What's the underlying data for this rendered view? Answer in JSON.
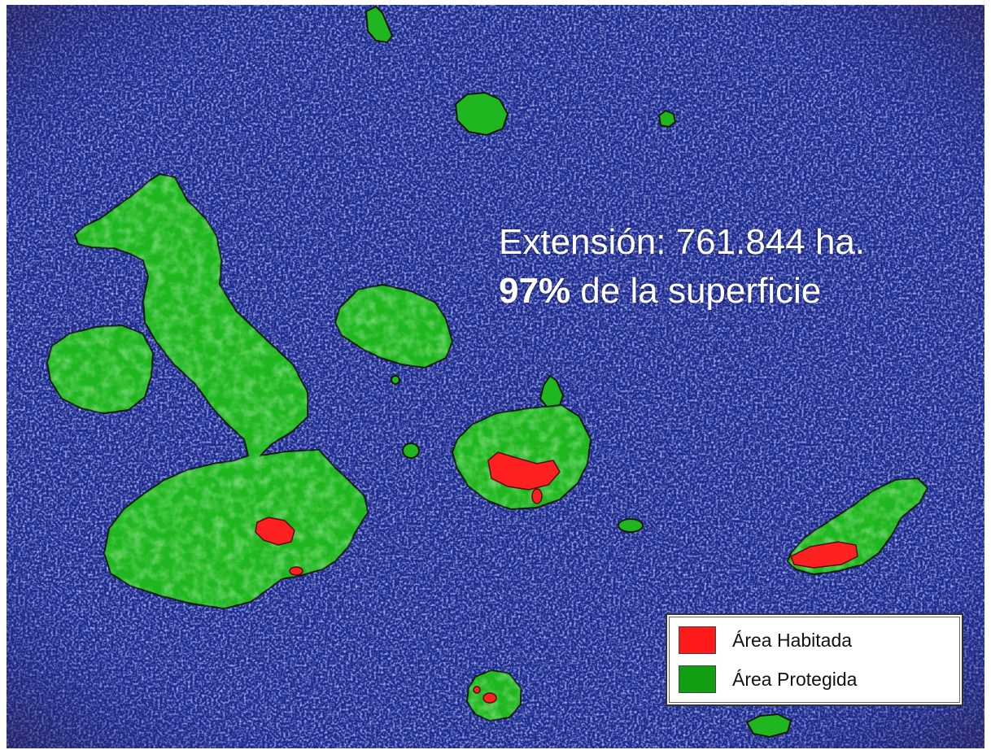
{
  "colors": {
    "ocean": "#1c2a8e",
    "protected": "#1fb61f",
    "inhabited": "#ff2020",
    "legend_protected_swatch": "#12a012",
    "legend_inhabited_swatch": "#ff1a1a",
    "text": "#ffffff"
  },
  "stats": {
    "extension_text": "Extensión: 761.844 ha.",
    "percent": "97%",
    "percent_suffix": " de la superficie"
  },
  "legend": {
    "items": [
      {
        "label": "Área Habitada",
        "color_key": "inhabited"
      },
      {
        "label": "Área Protegida",
        "color_key": "protected"
      }
    ]
  }
}
